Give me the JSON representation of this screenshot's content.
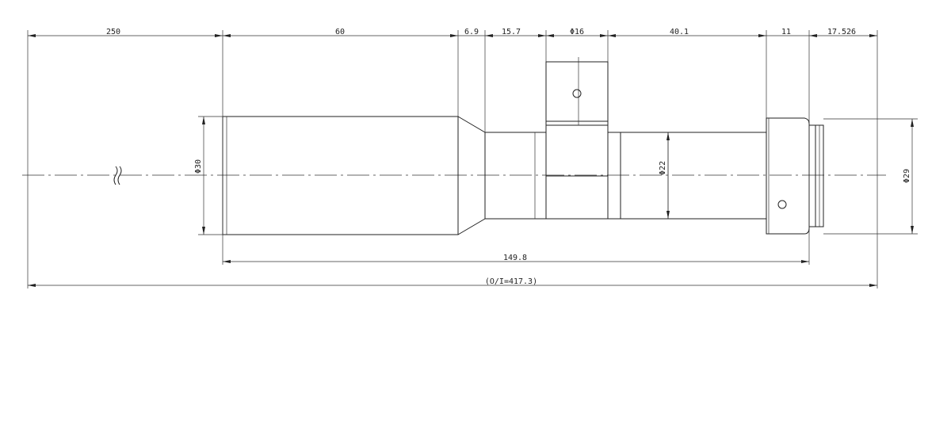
{
  "dimensions": {
    "working_distance": "250",
    "front_tube": "60",
    "taper": "6.9",
    "mid_tube": "15.7",
    "side_port_dia": "Φ16",
    "rear_tube": "40.1",
    "focus_ring": "11",
    "flange": "17.526",
    "front_dia": "Φ30",
    "body_dia": "Φ22",
    "mount_dia": "Φ29",
    "body_length": "149.8",
    "total_length": "(O/I=417.3)"
  },
  "icons": {
    "break_symbol": "break-mark-icon",
    "screw": "screw-icon"
  }
}
